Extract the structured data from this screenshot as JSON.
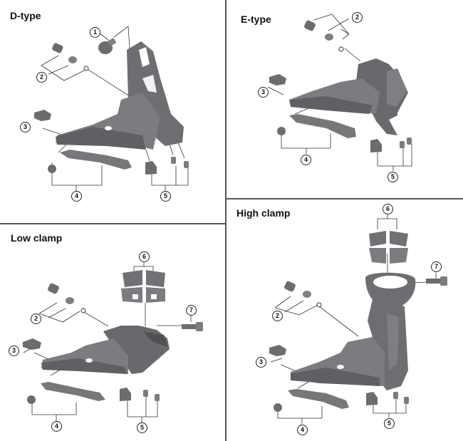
{
  "diagram": {
    "type": "exploded-parts-diagram",
    "subject": "front derailleur",
    "panels": [
      {
        "id": "d-type",
        "title": "D-type",
        "callouts": [
          "1",
          "2",
          "3",
          "4",
          "5"
        ]
      },
      {
        "id": "e-type",
        "title": "E-type",
        "callouts": [
          "2",
          "3",
          "4",
          "5"
        ]
      },
      {
        "id": "low-clamp",
        "title": "Low clamp",
        "callouts": [
          "2",
          "3",
          "4",
          "5",
          "6",
          "7"
        ]
      },
      {
        "id": "high-clamp",
        "title": "High clamp",
        "callouts": [
          "2",
          "3",
          "4",
          "5",
          "6",
          "7"
        ]
      }
    ]
  },
  "colors": {
    "part_dark": "#5f6166",
    "part_mid": "#7a7c80",
    "part_light": "#a3a5a8",
    "line": "#333333",
    "divider": "#555555"
  }
}
